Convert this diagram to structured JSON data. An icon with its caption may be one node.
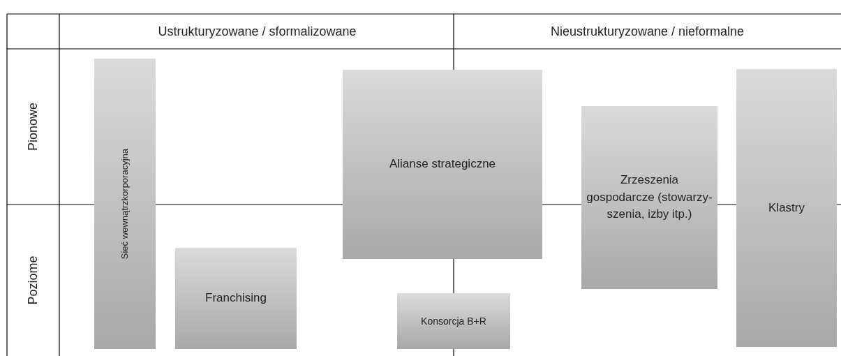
{
  "diagram": {
    "nodes": [
      {
        "text": [
          "Sieć wewnątrzkorporacyjna"
        ]
      },
      {
        "text": [
          "Franchising"
        ]
      },
      {
        "text": [
          "Alianse strategiczne"
        ]
      },
      {
        "text": [
          "Konsorcja B+R"
        ]
      },
      {
        "text": [
          "Zrzeszenia gospodarcze (stowarzy- szenia, izby itp.)"
        ]
      },
      {
        "text": [
          "Klastry"
        ]
      }
    ],
    "labels": [
      "Ustrukturyzowane / sformalizowane",
      "Nieustrukturyzowane / nieformalne",
      "Pionowe",
      "Poziome"
    ]
  }
}
